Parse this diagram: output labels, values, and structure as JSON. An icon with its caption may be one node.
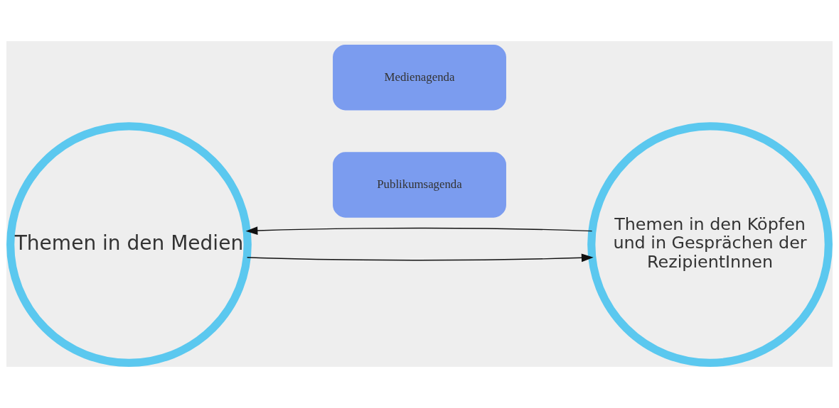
{
  "diagram": {
    "nodes": [
      {
        "text": [
          "Themen in den Medien"
        ]
      },
      {
        "text": [
          "Medienagenda"
        ]
      },
      {
        "text": [
          "Themen in den Köpfen und in Gesprächen der RezipientInnen"
        ]
      },
      {
        "text": [
          "Publikumsagenda"
        ]
      }
    ],
    "edges": [
      {
        "from": 0,
        "to": 2,
        "arrow": "to"
      },
      {
        "from": 2,
        "to": 0,
        "arrow": "to"
      }
    ]
  }
}
